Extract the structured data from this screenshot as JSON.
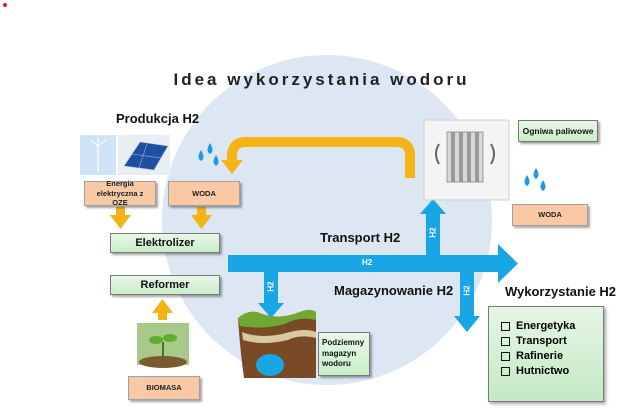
{
  "title": "Idea wykorzystania wodoru",
  "production": {
    "heading": "Produkcja H2"
  },
  "transport": {
    "heading": "Transport H2"
  },
  "storage": {
    "heading": "Magazynowanie H2"
  },
  "usage": {
    "heading": "Wykorzystanie H2",
    "items": [
      "Energetyka",
      "Transport",
      "Rafinerie",
      "Hutnictwo"
    ]
  },
  "boxes": {
    "energy": "Energia elektryczna z OZE",
    "water_left": "WODA",
    "electrolyzer": "Elektrolizer",
    "reformer": "Reformer",
    "biomass": "BIOMASA",
    "fuel_cells": "Ogniwa paliwowe",
    "water_right": "WODA",
    "underground_storage": "Podziemny magazyn wodoru"
  },
  "arrow_labels": {
    "vertical_up": "H2",
    "horizontal": "H2",
    "storage_down": "H2",
    "usage_down": "H2"
  },
  "colors": {
    "circle": "#dde7f3",
    "h2_arrow": "#18a6e4",
    "loop_arrow": "#f5b416",
    "orange_box": "#f8c9a4",
    "green_box": "#c8eec8",
    "usage_box": "#cdeccd"
  }
}
